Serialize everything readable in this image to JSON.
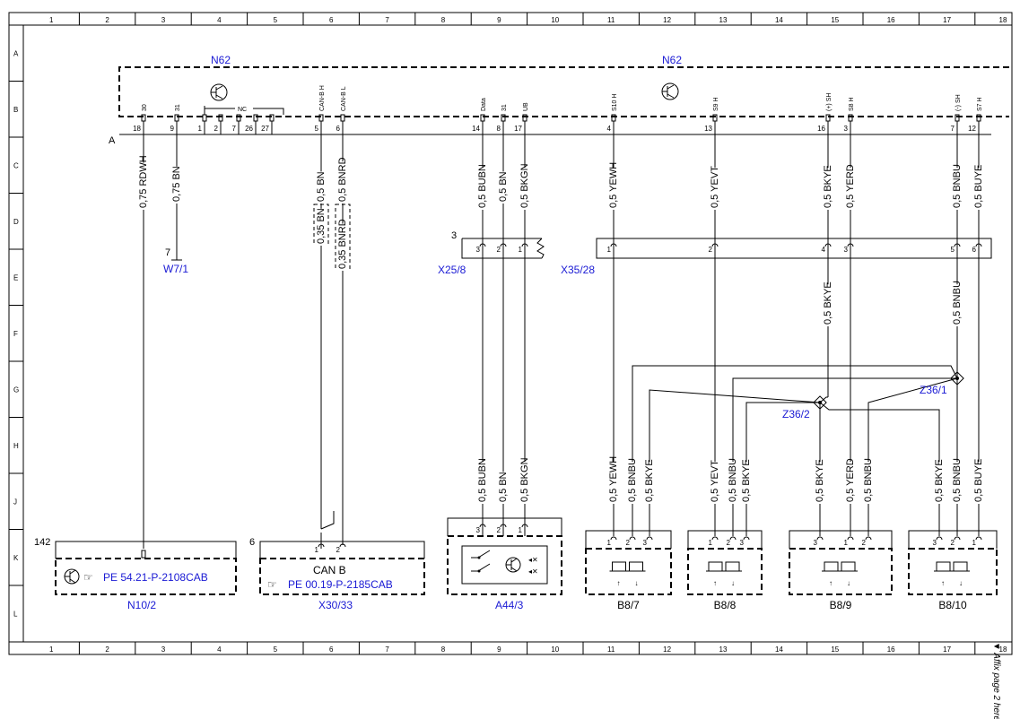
{
  "grid": {
    "columns": [
      "1",
      "2",
      "3",
      "4",
      "5",
      "6",
      "7",
      "8",
      "9",
      "10",
      "11",
      "12",
      "13",
      "14",
      "15",
      "16",
      "17",
      "18"
    ],
    "rows": [
      "A",
      "B",
      "C",
      "D",
      "E",
      "F",
      "G",
      "H",
      "J",
      "K",
      "L"
    ]
  },
  "side_note": "▼ Affix page 2 here ▼",
  "module": {
    "name_left": "N62",
    "name_right": "N62",
    "connector": "A",
    "nc_label": "NC",
    "pins": [
      {
        "num": "18",
        "sig": "30"
      },
      {
        "num": "9",
        "sig": "31"
      },
      {
        "num": "1",
        "sig": ""
      },
      {
        "num": "2",
        "sig": ""
      },
      {
        "num": "7",
        "sig": ""
      },
      {
        "num": "26",
        "sig": ""
      },
      {
        "num": "27",
        "sig": ""
      },
      {
        "num": "5",
        "sig": "CAN-B H"
      },
      {
        "num": "6",
        "sig": "CAN-B L"
      },
      {
        "num": "14",
        "sig": "Data"
      },
      {
        "num": "8",
        "sig": "31"
      },
      {
        "num": "17",
        "sig": "UB"
      },
      {
        "num": "4",
        "sig": "S10 H"
      },
      {
        "num": "13",
        "sig": "S9 H"
      },
      {
        "num": "16",
        "sig": "(+) SH"
      },
      {
        "num": "3",
        "sig": "S8 H"
      },
      {
        "num": "7",
        "sig": "(-) SH"
      },
      {
        "num": "12",
        "sig": "S7 H"
      }
    ]
  },
  "wires_upper": [
    "0,75 RDWH",
    "0,75 BN",
    "0,5 BN",
    "0,5 BNRD",
    "0,5 BUBN",
    "0,5 BN",
    "0,5 BKGN",
    "0,5 YEWH",
    "0,5 YEVT",
    "0,5 BKYE",
    "0,5 YERD",
    "0,5 BNBU",
    "0,5 BUYE"
  ],
  "twisted_wires": [
    "0,35 BN",
    "0,35 BNRD"
  ],
  "ground": {
    "pin": "7",
    "name": "W7/1"
  },
  "connectors": {
    "x25": {
      "name": "X25/8",
      "ref": "3",
      "pins": [
        "3",
        "2",
        "1"
      ]
    },
    "x35": {
      "name": "X35/28",
      "pins": [
        "1",
        "2",
        "4",
        "3",
        "5",
        "6"
      ]
    }
  },
  "wires_mid": [
    "0,5 BKYE",
    "0,5 BNBU"
  ],
  "splices": [
    "Z36/1",
    "Z36/2"
  ],
  "wires_lower": [
    "0,5 BUBN",
    "0,5 BN",
    "0,5 BKGN",
    "0,5 YEWH",
    "0,5 BNBU",
    "0,5 BKYE",
    "0,5 YEVT",
    "0,5 BNBU",
    "0,5 BKYE",
    "0,5 BKYE",
    "0,5 YERD",
    "0,5 BNBU",
    "0,5 BKYE",
    "0,5 BNBU",
    "0,5 BUYE"
  ],
  "components": {
    "n10": {
      "name": "N10/2",
      "ref": "142",
      "link": "PE 54.21-P-2108CAB"
    },
    "x30": {
      "name": "X30/33",
      "ref": "6",
      "title": "CAN B",
      "link": "PE 00.19-P-2185CAB",
      "pins": [
        "1",
        "2"
      ]
    },
    "a44": {
      "name": "A44/3",
      "pins": [
        "3",
        "2",
        "1"
      ]
    },
    "b87": {
      "name": "B8/7",
      "pins": [
        "1",
        "2",
        "3"
      ]
    },
    "b88": {
      "name": "B8/8",
      "pins": [
        "1",
        "2",
        "3"
      ]
    },
    "b89": {
      "name": "B8/9",
      "pins": [
        "3",
        "1",
        "2"
      ]
    },
    "b810": {
      "name": "B8/10",
      "pins": [
        "3",
        "2",
        "1"
      ]
    }
  }
}
